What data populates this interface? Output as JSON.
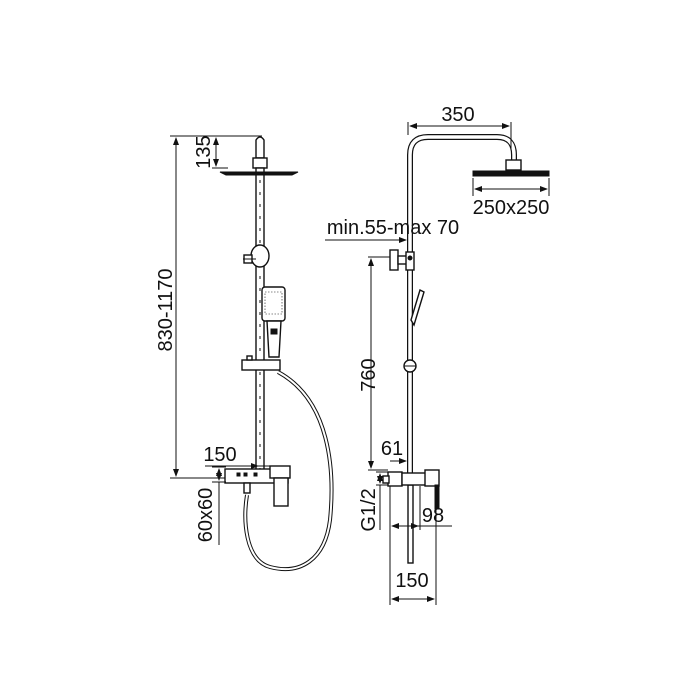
{
  "left_view": {
    "height_range": "830-1170",
    "head_drop": "135",
    "mixer_width": "150",
    "mount_plate": "60x60"
  },
  "right_view": {
    "arm_length": "350",
    "head_size": "250x250",
    "wall_offset": "min.55-max 70",
    "bracket_height": "760",
    "mixer_offset": "61",
    "connection": "G1/2",
    "mixer_depth": "98",
    "mixer_width": "150"
  }
}
